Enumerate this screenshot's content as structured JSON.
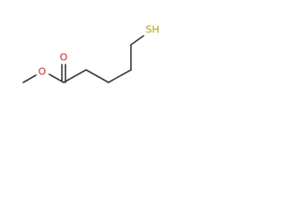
{
  "molecule": {
    "atoms": {
      "oxygen_carbonyl": {
        "label": "O",
        "color": "#d11f1f"
      },
      "oxygen_ester": {
        "label": "O",
        "color": "#d11f1f"
      },
      "sulfur_thiol": {
        "label": "SH",
        "color": "#b39a00"
      }
    },
    "bond_color": "#3a3a3a"
  }
}
